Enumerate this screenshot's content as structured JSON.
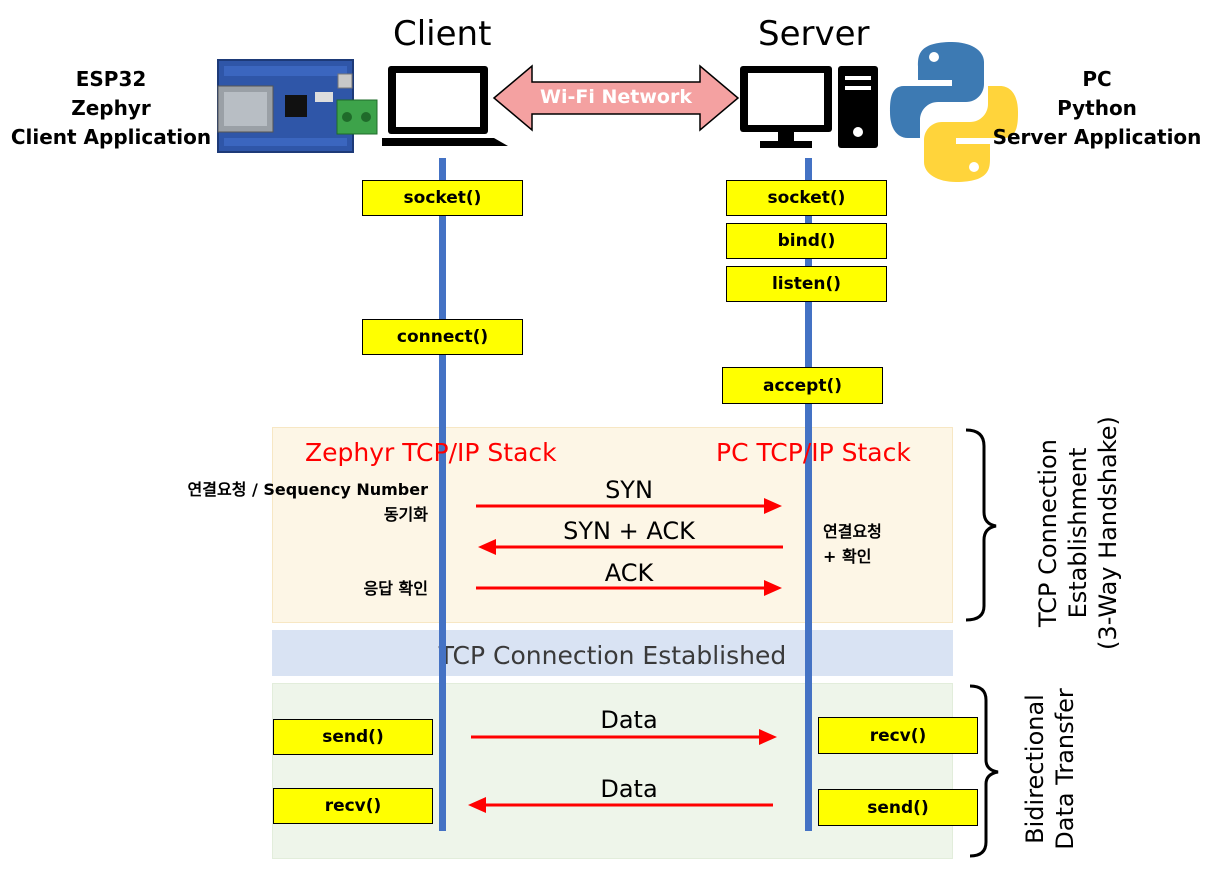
{
  "client": {
    "heading": "Client",
    "side_label_lines": [
      "ESP32",
      "Zephyr",
      "Client Application"
    ],
    "calls": {
      "socket": "socket()",
      "connect": "connect()",
      "send": "send()",
      "recv": "recv()"
    },
    "stack_label": "Zephyr TCP/IP Stack"
  },
  "server": {
    "heading": "Server",
    "side_label_lines": [
      "PC",
      "Python",
      "Server Application"
    ],
    "calls": {
      "socket": "socket()",
      "bind": "bind()",
      "listen": "listen()",
      "accept": "accept()",
      "recv": "recv()",
      "send": "send()"
    },
    "stack_label": "PC TCP/IP Stack"
  },
  "network_label": "Wi-Fi Network",
  "handshake": {
    "messages": [
      {
        "label": "SYN",
        "direction": "client-to-server"
      },
      {
        "label": "SYN + ACK",
        "direction": "server-to-client"
      },
      {
        "label": "ACK",
        "direction": "client-to-server"
      }
    ],
    "client_note_1_lines": [
      "연결요청 / Sequency Number",
      "동기화"
    ],
    "client_note_2": "응답 확인",
    "server_note_lines": [
      "연결요청",
      "+ 확인"
    ],
    "bracket_label_lines": [
      "TCP Connection",
      "Establishment",
      "(3-Way Handshake)"
    ]
  },
  "established_label": "TCP Connection Established",
  "transfer": {
    "messages": [
      {
        "label": "Data",
        "direction": "client-to-server"
      },
      {
        "label": "Data",
        "direction": "server-to-client"
      }
    ],
    "bracket_label_lines": [
      "Bidirectional",
      "Data Transfer"
    ]
  },
  "colors": {
    "call_box": "#ffff00",
    "lifeline": "#4472c4",
    "message_arrow": "#ff0000",
    "stack_label": "#ff0000",
    "network_arrow": "#f4a1a1",
    "handshake_region": "#fdf6e6",
    "established_band": "#d9e3f3",
    "transfer_region": "#eef5ea"
  },
  "icons": [
    "esp32-board-image",
    "laptop-icon",
    "desktop-pc-icon",
    "python-logo"
  ]
}
